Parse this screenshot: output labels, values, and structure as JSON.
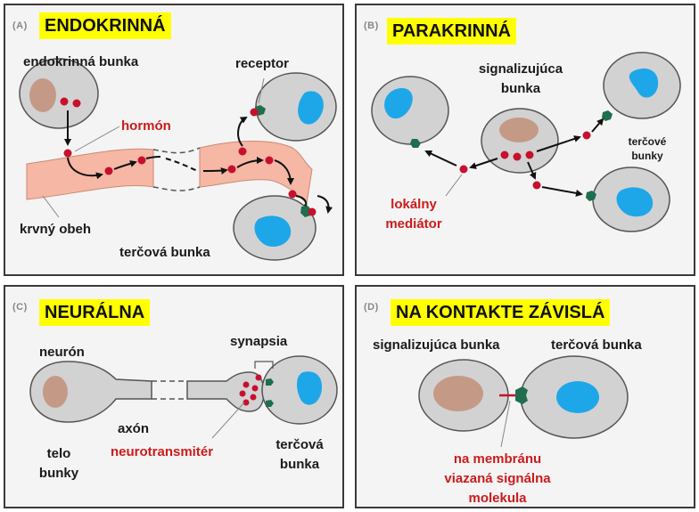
{
  "panel_a": {
    "letter": "(A)",
    "title": "ENDOKRINNÁ",
    "labels": {
      "endocrine_cell": "endokrinná bunka",
      "receptor": "receptor",
      "hormone": "hormón",
      "bloodstream": "krvný obeh",
      "target_cell": "terčová bunka"
    }
  },
  "panel_b": {
    "letter": "(B)",
    "title": "PARAKRINNÁ",
    "labels": {
      "signaling_cell_1": "signalizujúca",
      "signaling_cell_2": "bunka",
      "target_cells_1": "terčové",
      "target_cells_2": "bunky",
      "local_mediator_1": "lokálny",
      "local_mediator_2": "mediátor"
    }
  },
  "panel_c": {
    "letter": "(C)",
    "title": "NEURÁLNA",
    "labels": {
      "synapse": "synapsia",
      "neuron": "neurón",
      "axon": "axón",
      "neurotransmitter": "neurotransmitér",
      "cell_body_1": "telo",
      "cell_body_2": "bunky",
      "target_cell_1": "terčová",
      "target_cell_2": "bunka"
    }
  },
  "panel_d": {
    "letter": "(D)",
    "title": "NA KONTAKTE ZÁVISLÁ",
    "labels": {
      "signaling_cell": "signalizujúca bunka",
      "target_cell": "terčová bunka",
      "membrane_molecule_1": "na membránu",
      "membrane_molecule_2": "viazaná signálna",
      "membrane_molecule_3": "molekula"
    }
  },
  "colors": {
    "title_highlight": "#ffff00",
    "red_label": "#cc1b1b",
    "signal_molecule": "#c8102e",
    "receptor": "#1f6e4e",
    "nucleus_signaling": "#c49a86",
    "nucleus_target": "#1ea7e8",
    "blood_vessel": "#f6b7a4",
    "cell_fill": "#d2d2d2"
  }
}
